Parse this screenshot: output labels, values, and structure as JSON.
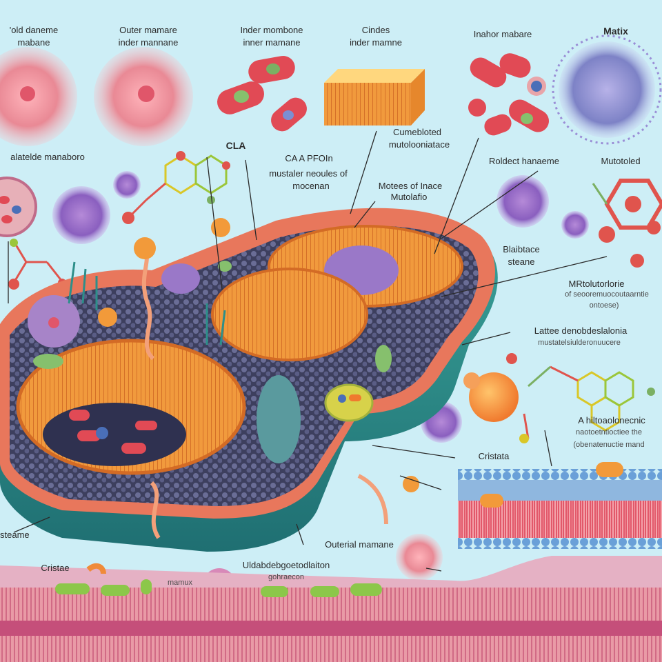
{
  "labels": {
    "top_1": "'old daneme",
    "top_1b": "mabane",
    "top_2": "Outer mamare",
    "top_2b": "inder mannane",
    "top_3": "Inder mombone",
    "top_3b": "inner mamane",
    "top_4": "Cindes",
    "top_4b": "inder mamne",
    "top_5": "Inahor mabare",
    "top_6": "Matix",
    "left_1": "alatelde manaboro",
    "cla": "CLA",
    "ca_pfoin": "CA A PFOIn",
    "mustaler_1": "mustaler neoules of",
    "mustaler_2": "mocenan",
    "cumebloted_1": "Cumebloted",
    "cumebloted_2": "mutolooniatace",
    "roldect": "Roldect hanaeme",
    "mutoloed": "Mutotoled",
    "motees_1": "Motees of Inace",
    "motees_2": "Mutolafio",
    "blaibtace_1": "Blaibtace",
    "blaibtace_2": "steane",
    "mrt_1": "MRtolutorlorie",
    "mrt_2": "of seooremuocoutaarntie",
    "mrt_3": "ontoese)",
    "lattee_1": "Lattee denobdeslalonia",
    "lattee_2": "mustatelsiulderonuucere",
    "histo_1": "A hiltoaolonecnic",
    "histo_2": "naotoetntioctiee the",
    "histo_3": "(obenatenuctie mand",
    "cristata": "Cristata",
    "steame": "steame",
    "cristae": "Cristae",
    "mamux": "mamux",
    "uldab_1": "Uldabdebgoetodlaiton",
    "uldab_2": "gohraecon",
    "outerial": "Outerial mamane"
  },
  "colors": {
    "background": "#cdeef6",
    "membrane_outer": "#e8775c",
    "membrane_teal": "#2d8f8a",
    "cristae_orange": "#f29a3a",
    "matrix_dark": "#3d3f5e",
    "bilayer_head_blue": "#6aa0d8",
    "bilayer_tail_red": "#e2586a"
  }
}
